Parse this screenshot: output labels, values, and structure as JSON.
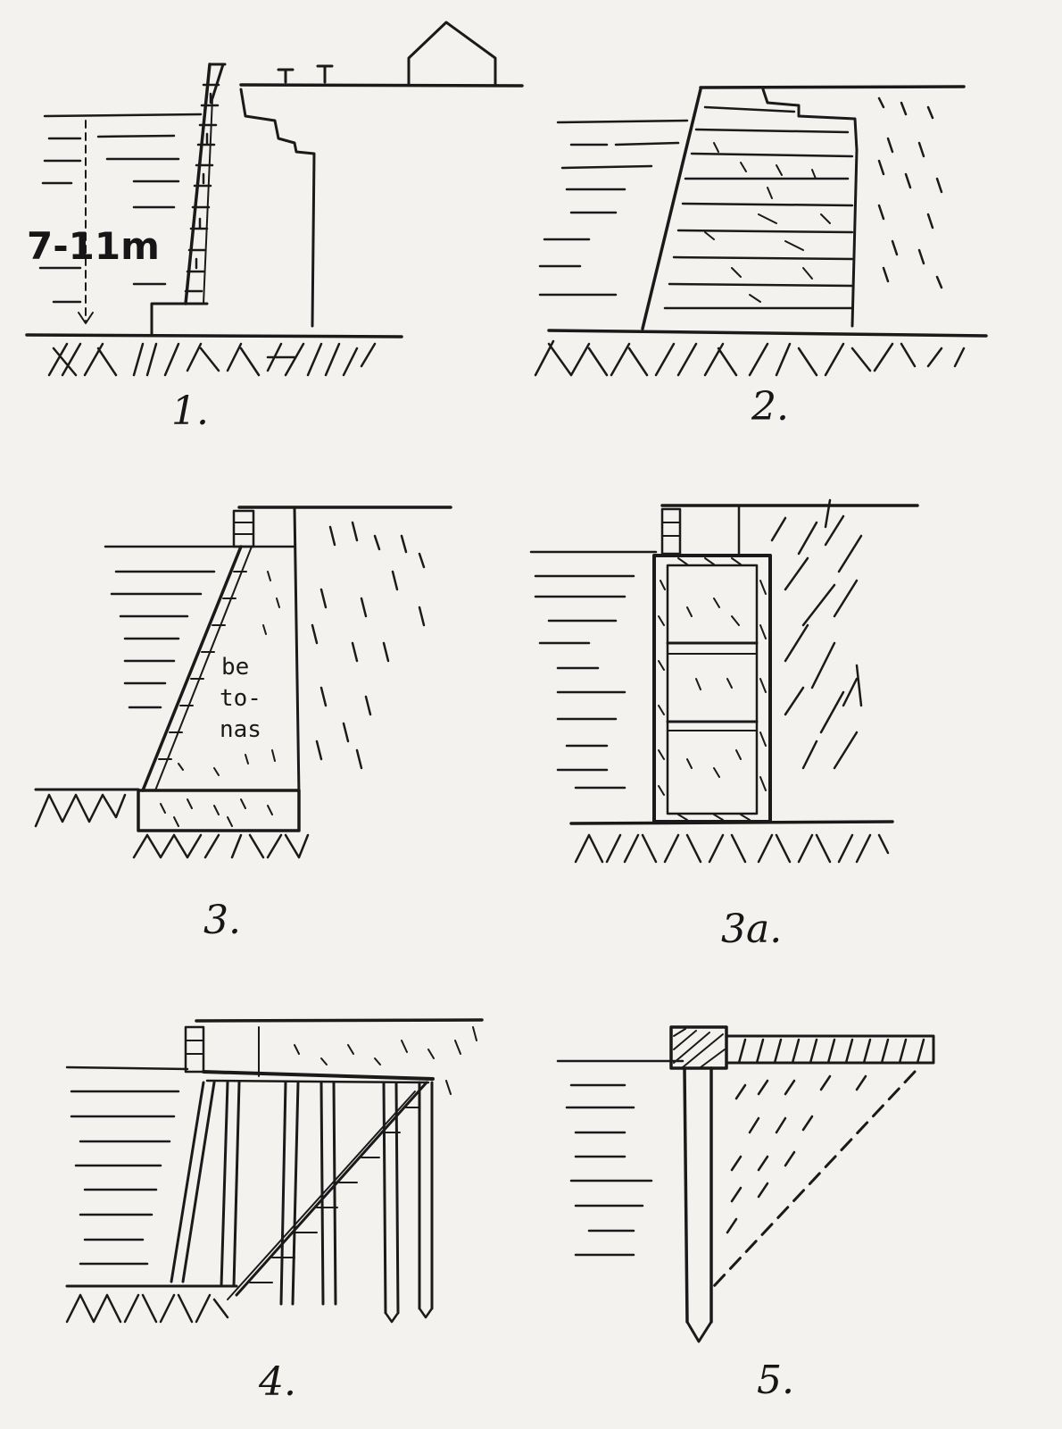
{
  "figures": [
    {
      "id": "1",
      "label": "1."
    },
    {
      "id": "2",
      "label": "2."
    },
    {
      "id": "3",
      "label": "3."
    },
    {
      "id": "3a",
      "label": "3a."
    },
    {
      "id": "4",
      "label": "4."
    },
    {
      "id": "5",
      "label": "5."
    }
  ],
  "fig1": {
    "height_annotation": "7-11m"
  },
  "fig3": {
    "material_lines": [
      "be",
      "to-",
      "nas"
    ]
  }
}
